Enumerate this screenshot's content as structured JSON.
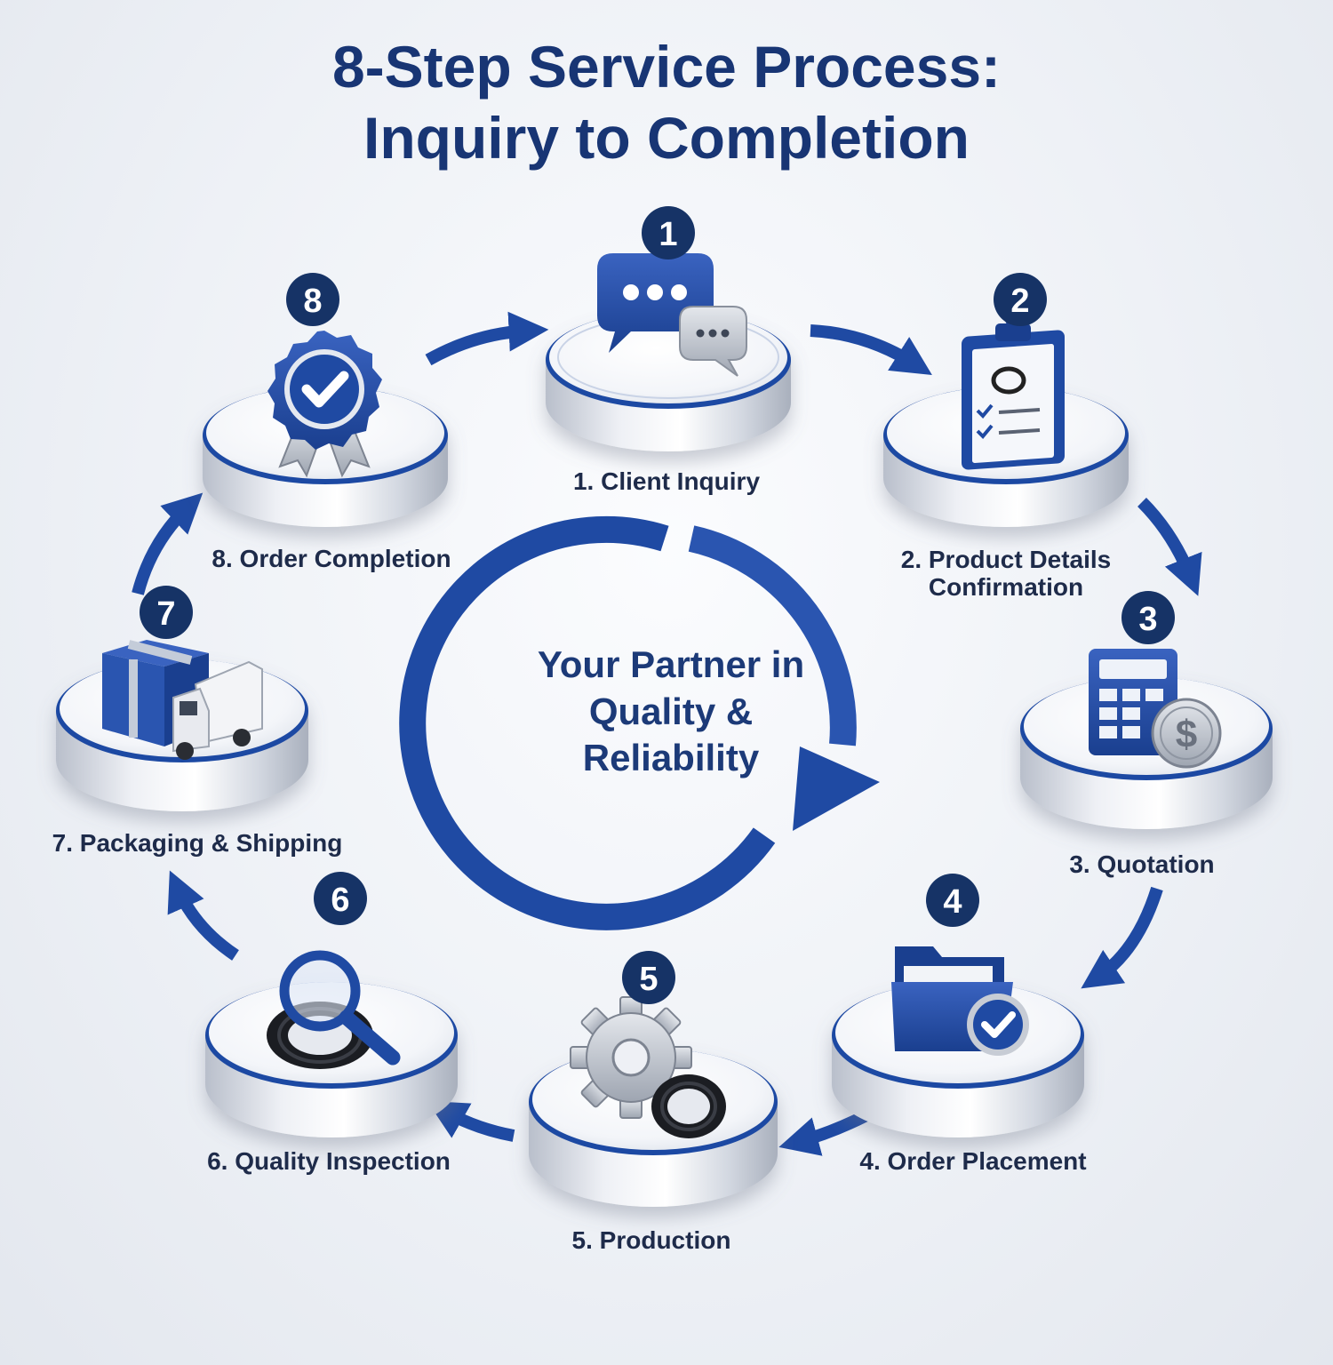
{
  "title": {
    "line1": "8-Step Service Process:",
    "line2": "Inquiry to Completion"
  },
  "center": {
    "line1": "Your Partner in",
    "line2": "Quality &",
    "line3": "Reliability"
  },
  "colors": {
    "primary_blue": "#1f4aa3",
    "dark_navy": "#163366",
    "text": "#1e2b4a",
    "platform_top": "#f7f8fb",
    "platform_side": "#c9ced8"
  },
  "steps": [
    {
      "number": "1",
      "label": "1. Client Inquiry",
      "icon": "chat-bubbles-icon"
    },
    {
      "number": "2",
      "label_line1": "2. Product Details",
      "label_line2": "Confirmation",
      "icon": "clipboard-checklist-icon"
    },
    {
      "number": "3",
      "label": "3. Quotation",
      "icon": "calculator-coin-icon"
    },
    {
      "number": "4",
      "label": "4. Order Placement",
      "icon": "folder-check-icon"
    },
    {
      "number": "5",
      "label": "5. Production",
      "icon": "gear-seal-icon"
    },
    {
      "number": "6",
      "label": "6. Quality Inspection",
      "icon": "magnifier-seal-icon"
    },
    {
      "number": "7",
      "label": "7. Packaging & Shipping",
      "icon": "box-truck-icon"
    },
    {
      "number": "8",
      "label": "8. Order Completion",
      "icon": "award-badge-icon"
    }
  ]
}
